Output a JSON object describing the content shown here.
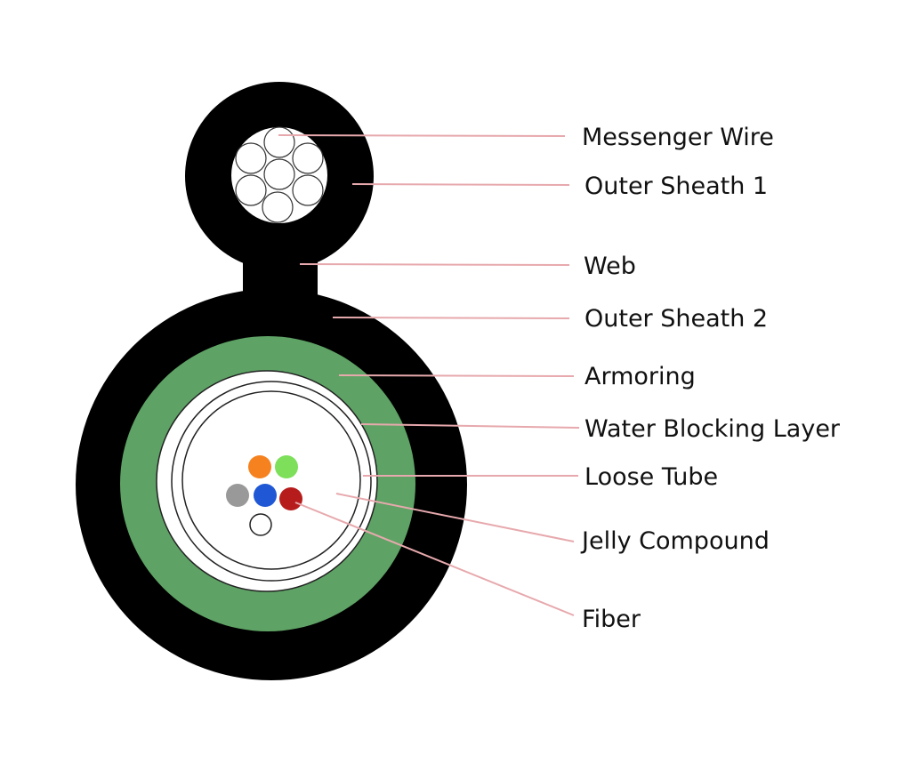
{
  "diagram": {
    "labels": {
      "messenger_wire": "Messenger Wire",
      "outer_sheath_1": "Outer Sheath 1",
      "web": "Web",
      "outer_sheath_2": "Outer Sheath 2",
      "armoring": "Armoring",
      "water_blocking_layer": "Water Blocking Layer",
      "loose_tube": "Loose Tube",
      "jelly_compound": "Jelly Compound",
      "fiber": "Fiber"
    },
    "colors": {
      "sheath": "#000000",
      "armoring": "#5ea365",
      "leader_line": "#e7a9ad",
      "fiber_orange": "#f5821f",
      "fiber_green": "#7ddf5a",
      "fiber_gray": "#999999",
      "fiber_blue": "#1f57d4",
      "fiber_red": "#b71c1c",
      "fiber_white": "#ffffff"
    }
  }
}
